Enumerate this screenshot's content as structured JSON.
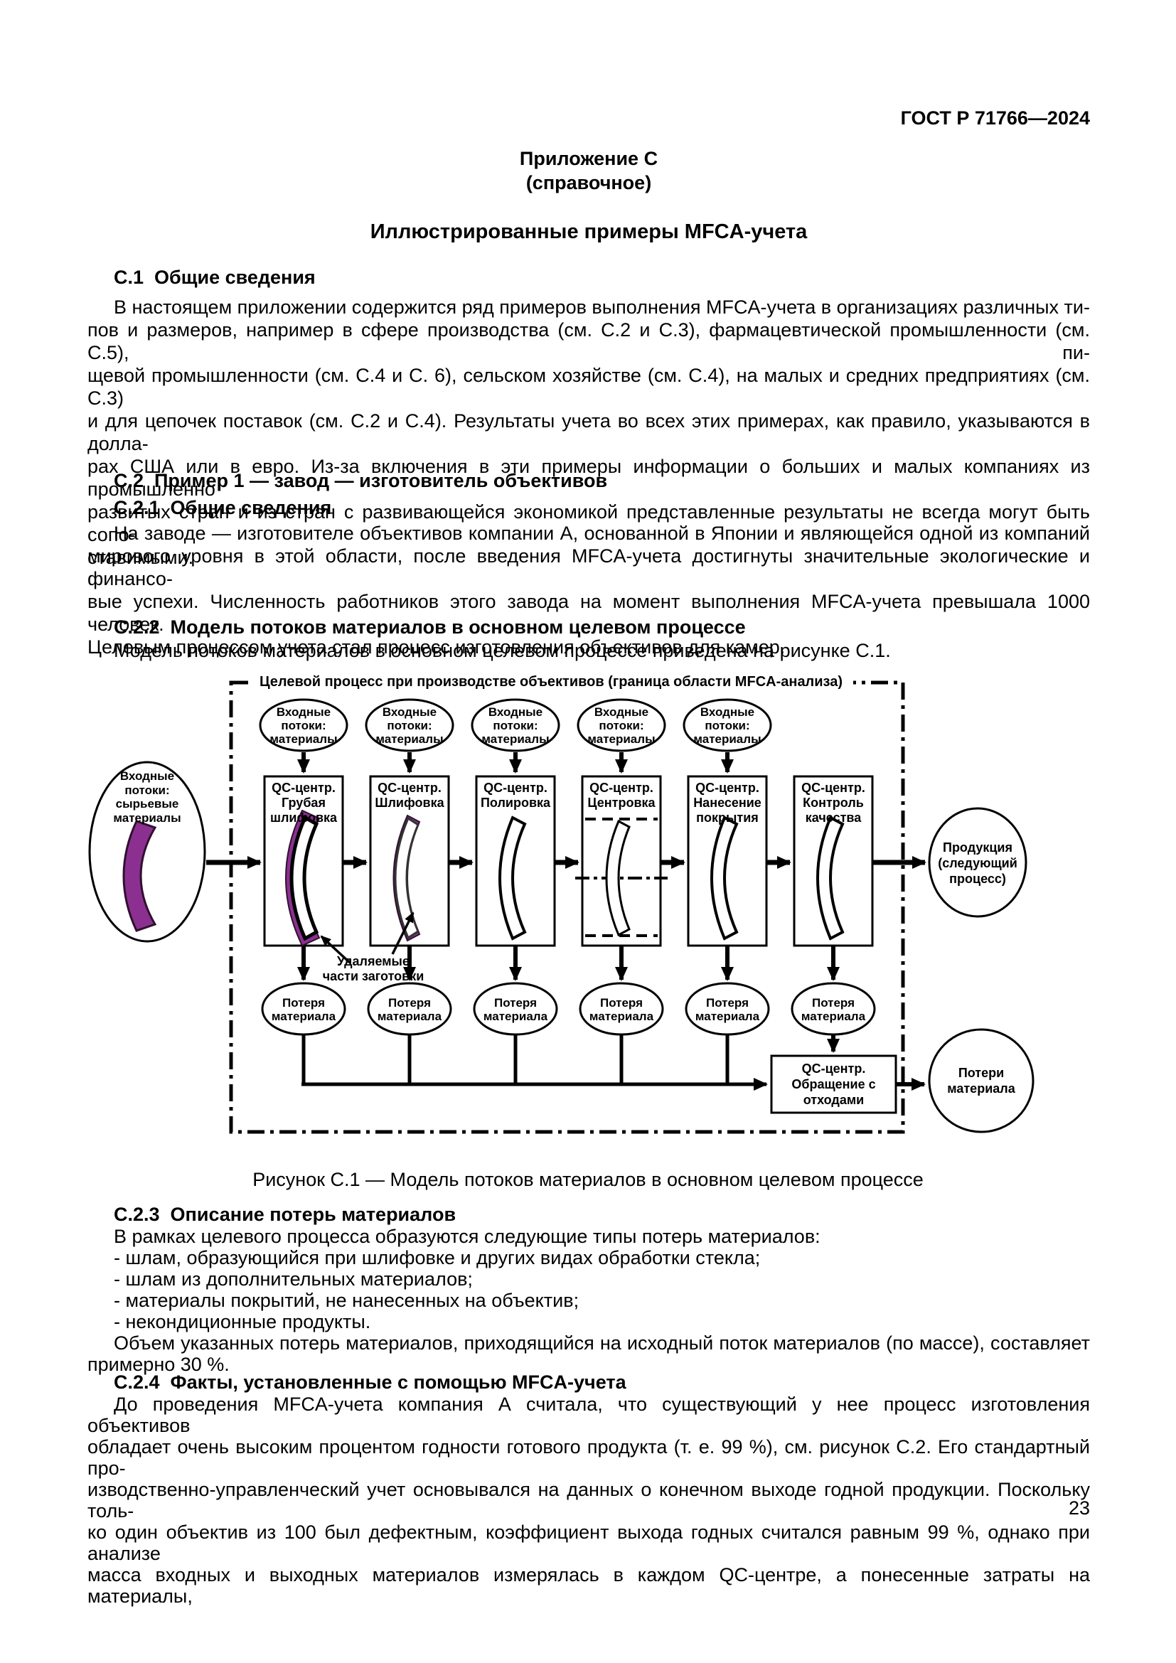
{
  "page": {
    "header": "ГОСТ Р 71766—2024",
    "appendix_label": "Приложение С",
    "appendix_type": "(справочное)",
    "title": "Иллюстрированные примеры MFCA-учета",
    "page_number": "23"
  },
  "sections": {
    "c1": {
      "heading": "С.1  Общие сведения",
      "lines": [
        "В настоящем приложении содержится ряд примеров выполнения MFCA-учета в организациях различных ти-",
        "пов и размеров, например в сфере производства (см. С.2 и С.3), фармацевтической промышленности (см. С.5), пи-",
        "щевой промышленности (см. С.4 и С. 6), сельском хозяйстве (см. С.4), на малых и средних предприятиях (см. С.3)",
        "и для цепочек поставок (см. С.2 и С.4). Результаты учета во всех этих примерах, как правило, указываются в долла-",
        "рах США или в евро. Из-за включения в эти примеры информации о больших и малых компаниях из промышленно",
        "развитых стран и из стран с развивающейся экономикой представленные результаты не всегда могут быть сопо-",
        "ставимыми."
      ]
    },
    "c2": {
      "heading": "С.2  Пример 1 — завод — изготовитель объективов"
    },
    "c21": {
      "heading": "С.2.1  Общие сведения",
      "lines": [
        "На заводе — изготовителе объективов компании А, основанной в Японии и являющейся одной из компаний",
        "мирового уровня в этой области, после введения MFCA-учета достигнуты значительные экологические и финансо-",
        "вые успехи. Численность работников этого завода на момент выполнения MFCA-учета превышала 1000 человек.",
        "Целевым процессом учета стал процесс изготовления объективов для камер."
      ]
    },
    "c22": {
      "heading": "С.2.2  Модель потоков материалов в основном целевом процессе",
      "lines": [
        "Модель потоков материалов в основном целевом процессе приведена на рисунке С.1."
      ]
    },
    "c23": {
      "heading": "С.2.3  Описание потерь материалов",
      "lines": [
        "В рамках целевого процесса образуются следующие типы потерь материалов:",
        "- шлам, образующийся при шлифовке и других видах обработки стекла;",
        "- шлам из дополнительных материалов;",
        "- материалы покрытий, не нанесенных на объектив;",
        "- некондиционные продукты.",
        "Объем указанных потерь материалов, приходящийся на исходный поток материалов (по массе), составляет",
        "примерно 30 %."
      ]
    },
    "c24": {
      "heading": "С.2.4  Факты, установленные с помощью MFCA-учета",
      "lines": [
        "До проведения MFCA-учета компания А считала, что существующий у нее процесс изготовления объективов",
        "обладает очень высоким процентом годности готового продукта (т. е. 99 %), см. рисунок С.2. Его стандартный про-",
        "изводственно-управленческий учет основывался на данных о конечном выходе годной продукции. Поскольку толь-",
        "ко один объектив из 100 был дефектным, коэффициент выхода годных считался равным 99 %, однако при анализе",
        "масса входных и выходных материалов измерялась в каждом QC-центре, а понесенные затраты на материалы,"
      ]
    }
  },
  "figure": {
    "boundary_title": "Целевой процесс при производстве объективов (граница области MFCA-анализа)",
    "caption": "Рисунок С.1 — Модель потоков материалов в основном целевом процессе",
    "accent_purple": "#8B3090",
    "raw_input_lines": [
      "Входные",
      "потоки:",
      "сырьевые",
      "материалы"
    ],
    "input_lines": [
      "Входные",
      "потоки:",
      "материалы"
    ],
    "qc_labels": [
      [
        "QC-центр.",
        "Грубая",
        "шлифовка"
      ],
      [
        "QC-центр.",
        "Шлифовка"
      ],
      [
        "QC-центр.",
        "Полировка"
      ],
      [
        "QC-центр.",
        "Центровка"
      ],
      [
        "QC-центр.",
        "Нанесение",
        "покрытия"
      ],
      [
        "QC-центр.",
        "Контроль",
        "качества"
      ]
    ],
    "loss_lines": [
      "Потеря",
      "материала"
    ],
    "removable_lines": [
      "Удаляемые",
      "части заготовки"
    ],
    "product_lines": [
      "Продукция",
      "(следующий",
      "процесс)"
    ],
    "waste_lines": [
      "QC-центр.",
      "Обращение с",
      "отходами"
    ],
    "losses_out_lines": [
      "Потери",
      "материала"
    ]
  }
}
